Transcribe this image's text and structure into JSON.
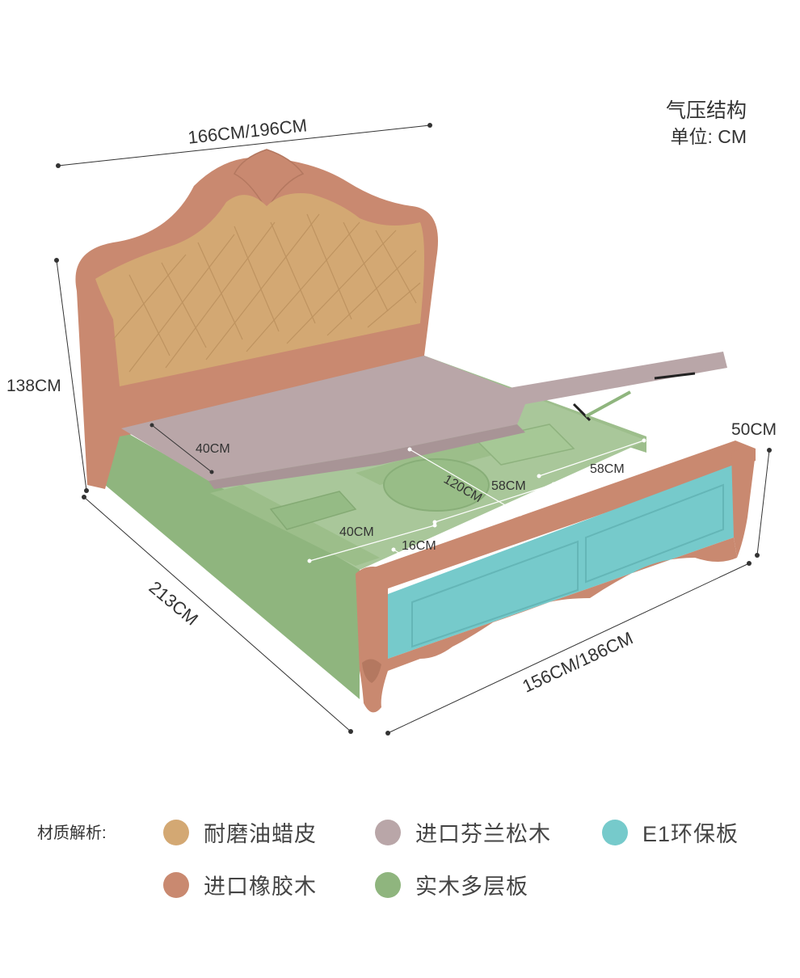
{
  "header": {
    "title": "气压结构",
    "unit": "单位: CM"
  },
  "dimensions": {
    "top_width": "166CM/196CM",
    "height": "138CM",
    "footboard_height": "50CM",
    "length": "213CM",
    "bottom_width": "156CM/186CM",
    "inner_40_left": "40CM",
    "inner_120": "120CM",
    "inner_58_a": "58CM",
    "inner_58_b": "58CM",
    "inner_40_front": "40CM",
    "inner_16": "16CM"
  },
  "legend": {
    "label": "材质解析:",
    "items": [
      {
        "text": "耐磨油蜡皮",
        "color": "#D3A873"
      },
      {
        "text": "进口芬兰松木",
        "color": "#B9A6A8"
      },
      {
        "text": "E1环保板",
        "color": "#76CACB"
      },
      {
        "text": "进口橡胶木",
        "color": "#C98970"
      },
      {
        "text": "实木多层板",
        "color": "#8FB57E"
      }
    ]
  },
  "colors": {
    "leather": "#D3A873",
    "pine": "#B9A6A8",
    "e1_board": "#76CACB",
    "rubberwood": "#C98970",
    "plywood": "#8FB57E"
  }
}
